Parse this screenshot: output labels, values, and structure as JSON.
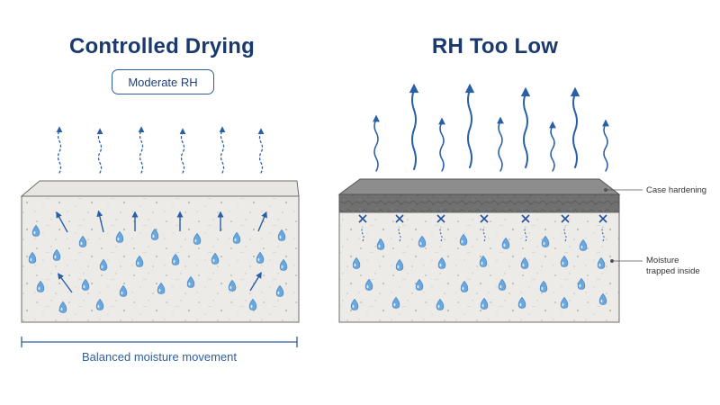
{
  "left_panel": {
    "title": "Controlled Drying",
    "badge": "Moderate RH",
    "caption": "Balanced moisture movement"
  },
  "right_panel": {
    "title": "RH Too Low",
    "labels": {
      "case_hardening": "Case hardening",
      "moisture_trapped_line1": "Moisture",
      "moisture_trapped_line2": "trapped inside"
    }
  },
  "colors": {
    "title": "#1a3a6e",
    "arrow": "#2a5fa6",
    "drop": "#6aa7dc",
    "concrete": "#eceae5",
    "crust": "#6f6f6f"
  }
}
